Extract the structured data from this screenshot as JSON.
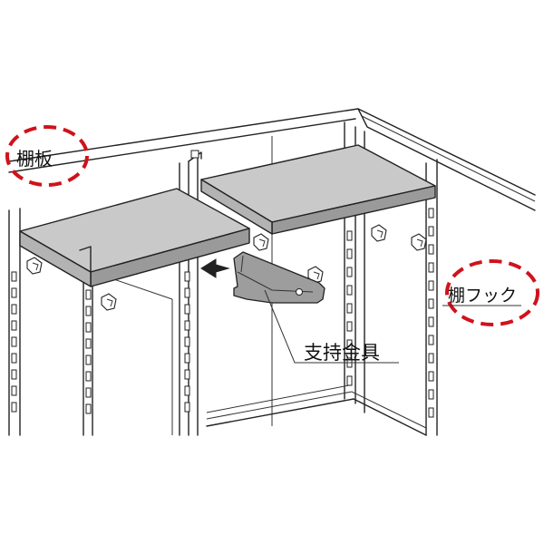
{
  "labels": {
    "shelf_board": "棚板",
    "shelf_hook": "棚フック",
    "support_bracket": "支持金具"
  },
  "colors": {
    "callout": "#d0121b",
    "board": "#c9c9c9",
    "board_edge": "#9a9a9a",
    "bracket": "#9d9d9d",
    "line": "#222222"
  },
  "icons": {
    "arrow": "insert-arrow-icon"
  }
}
